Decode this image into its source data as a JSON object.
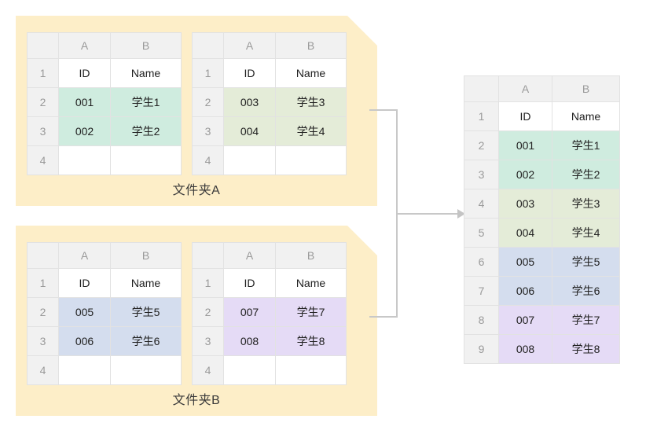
{
  "diagram": {
    "title_hidden": "",
    "colors": {
      "card_bg": "#fdeec8",
      "tint_mint": "#cfecdf",
      "tint_olive": "#e4ecd8",
      "tint_blue": "#d4ddee",
      "tint_purple": "#e5dbf6",
      "grid_line": "#e2e2e2",
      "header_bg": "#f1f1f1",
      "connector": "#c4c4c4"
    }
  },
  "sheet_headers": {
    "col_a": "A",
    "col_b": "B",
    "header_id": "ID",
    "header_name": "Name",
    "rows": [
      "1",
      "2",
      "3",
      "4"
    ]
  },
  "folders": [
    {
      "label": "文件夹A",
      "sheets": [
        {
          "name": "sheet-a1",
          "tint": "mint",
          "rows": [
            {
              "num": "1",
              "a": "ID",
              "b": "Name"
            },
            {
              "num": "2",
              "a": "001",
              "b": "学生1"
            },
            {
              "num": "3",
              "a": "002",
              "b": "学生2"
            },
            {
              "num": "4",
              "a": "",
              "b": ""
            }
          ]
        },
        {
          "name": "sheet-a2",
          "tint": "olive",
          "rows": [
            {
              "num": "1",
              "a": "ID",
              "b": "Name"
            },
            {
              "num": "2",
              "a": "003",
              "b": "学生3"
            },
            {
              "num": "3",
              "a": "004",
              "b": "学生4"
            },
            {
              "num": "4",
              "a": "",
              "b": ""
            }
          ]
        }
      ]
    },
    {
      "label": "文件夹B",
      "sheets": [
        {
          "name": "sheet-b1",
          "tint": "blue",
          "rows": [
            {
              "num": "1",
              "a": "ID",
              "b": "Name"
            },
            {
              "num": "2",
              "a": "005",
              "b": "学生5"
            },
            {
              "num": "3",
              "a": "006",
              "b": "学生6"
            },
            {
              "num": "4",
              "a": "",
              "b": ""
            }
          ]
        },
        {
          "name": "sheet-b2",
          "tint": "purple",
          "rows": [
            {
              "num": "1",
              "a": "ID",
              "b": "Name"
            },
            {
              "num": "2",
              "a": "007",
              "b": "学生7"
            },
            {
              "num": "3",
              "a": "008",
              "b": "学生8"
            },
            {
              "num": "4",
              "a": "",
              "b": ""
            }
          ]
        }
      ]
    }
  ],
  "result_sheet": {
    "name": "merged-result",
    "rows": [
      {
        "num": "1",
        "a": "ID",
        "b": "Name",
        "tint": "none"
      },
      {
        "num": "2",
        "a": "001",
        "b": "学生1",
        "tint": "mint"
      },
      {
        "num": "3",
        "a": "002",
        "b": "学生2",
        "tint": "mint"
      },
      {
        "num": "4",
        "a": "003",
        "b": "学生3",
        "tint": "olive"
      },
      {
        "num": "5",
        "a": "004",
        "b": "学生4",
        "tint": "olive"
      },
      {
        "num": "6",
        "a": "005",
        "b": "学生5",
        "tint": "blue"
      },
      {
        "num": "7",
        "a": "006",
        "b": "学生6",
        "tint": "blue"
      },
      {
        "num": "8",
        "a": "007",
        "b": "学生7",
        "tint": "purple"
      },
      {
        "num": "9",
        "a": "008",
        "b": "学生8",
        "tint": "purple"
      }
    ]
  },
  "connector": {
    "name": "merge-arrow",
    "icon": "arrow-right-icon"
  }
}
